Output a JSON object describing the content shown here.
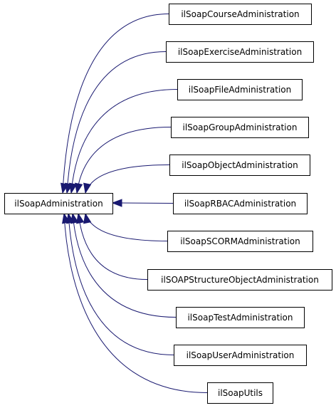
{
  "diagram": {
    "base": {
      "label": "ilSoapAdministration"
    },
    "derived": [
      {
        "label": "ilSoapCourseAdministration"
      },
      {
        "label": "ilSoapExerciseAdministration"
      },
      {
        "label": "ilSoapFileAdministration"
      },
      {
        "label": "ilSoapGroupAdministration"
      },
      {
        "label": "ilSoapObjectAdministration"
      },
      {
        "label": "ilSoapRBACAdministration"
      },
      {
        "label": "ilSoapSCORMAdministration"
      },
      {
        "label": "ilSOAPStructureObjectAdministration"
      },
      {
        "label": "ilSoapTestAdministration"
      },
      {
        "label": "ilSoapUserAdministration"
      },
      {
        "label": "ilSoapUtils"
      }
    ],
    "colors": {
      "edge": "#191970",
      "node_border": "#000000",
      "node_fill": "#ffffff",
      "background": "#ffffff"
    }
  }
}
